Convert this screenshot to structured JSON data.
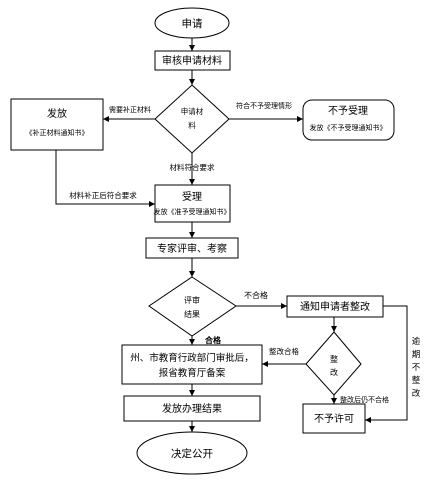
{
  "nodes": {
    "apply": "申请",
    "review_materials": "审核申请材料",
    "review_decision_line1": "申请材",
    "review_decision_line2": "料",
    "issue_supplement_title": "发放",
    "issue_supplement_sub": "《补正材料通知书》",
    "not_accepted_title": "不予受理",
    "not_accepted_sub": "发放《不予受理通知书》",
    "accept_title": "受理",
    "accept_sub": "发放《准予受理通知书》",
    "expert_review": "专家评审、考察",
    "eval_result_line1": "评审",
    "eval_result_line2": "结果",
    "notify_rectify": "通知申请者整改",
    "rectify_line1": "整",
    "rectify_line2": "改",
    "approval_line1": "州、市教育行政部门审批后，",
    "approval_line2": "报省教育厅备案",
    "issue_result": "发放办理结果",
    "not_permitted": "不予许可",
    "publish": "决定公开"
  },
  "edge_labels": {
    "need_supplement": "需要补正材料",
    "not_meet_conditions": "符合不予受理情形",
    "meets_requirements": "材料符合要求",
    "after_supplement": "材料补正后符合要求",
    "unqualified": "不合格",
    "qualified": "合格",
    "rectified_qualified": "整改合格",
    "rectified_still_unqualified": "整改后仍不合格",
    "overdue_line1": "逾",
    "overdue_line2": "期",
    "overdue_line3": "不",
    "overdue_line4": "整",
    "overdue_line5": "改"
  }
}
